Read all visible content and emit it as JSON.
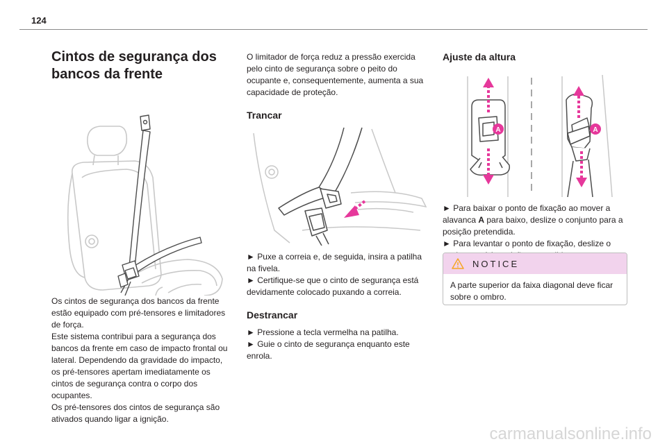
{
  "page": {
    "number": "124"
  },
  "col1": {
    "title_line1": "Cintos de segurança dos",
    "title_line2": "bancos da frente",
    "paragraphs": [
      "Os cintos de segurança dos bancos da frente estão equipado com pré-tensores e limitadores de força.",
      "Este sistema contribui para a segurança dos bancos da frente em caso de impacto frontal ou lateral. Dependendo da gravidade do impacto, os pré-tensores apertam imediatamente os cintos de segurança contra o corpo dos ocupantes.",
      "Os pré-tensores dos cintos de segurança são ativados quando ligar a ignição."
    ]
  },
  "col2": {
    "intro": "O limitador de força reduz a pressão exercida pelo cinto de segurança sobre o peito do ocupante e, consequentemente, aumenta a sua capacidade de proteção.",
    "lock_heading": "Trancar",
    "lock_steps": [
      "► Puxe a correia e, de seguida, insira a patilha na fivela.",
      "► Certifique-se que o cinto de segurança está devidamente colocado puxando a correia."
    ],
    "unlock_heading": "Destrancar",
    "unlock_steps": [
      "► Pressione a tecla vermelha na patilha.",
      "► Guie o cinto de segurança enquanto este enrola."
    ]
  },
  "col3": {
    "heading": "Ajuste da altura",
    "callout_letter": "A",
    "steps": [
      "► Para baixar o ponto de fixação ao mover a alavanca ",
      " para baixo, deslize o conjunto para a posição pretendida.",
      "► Para levantar o ponto de fixação, deslize o conjunto até à posição pretendida."
    ],
    "lever_bold": "A"
  },
  "notice": {
    "label": "NOTICE",
    "text": "A parte superior da faixa diagonal deve ficar sobre o ombro."
  },
  "footer": {
    "watermark": "carmanualsonline.info"
  },
  "colors": {
    "accent_magenta": "#e6389b",
    "notice_bg": "#f2d3ed",
    "warning_orange": "#f5a623"
  }
}
